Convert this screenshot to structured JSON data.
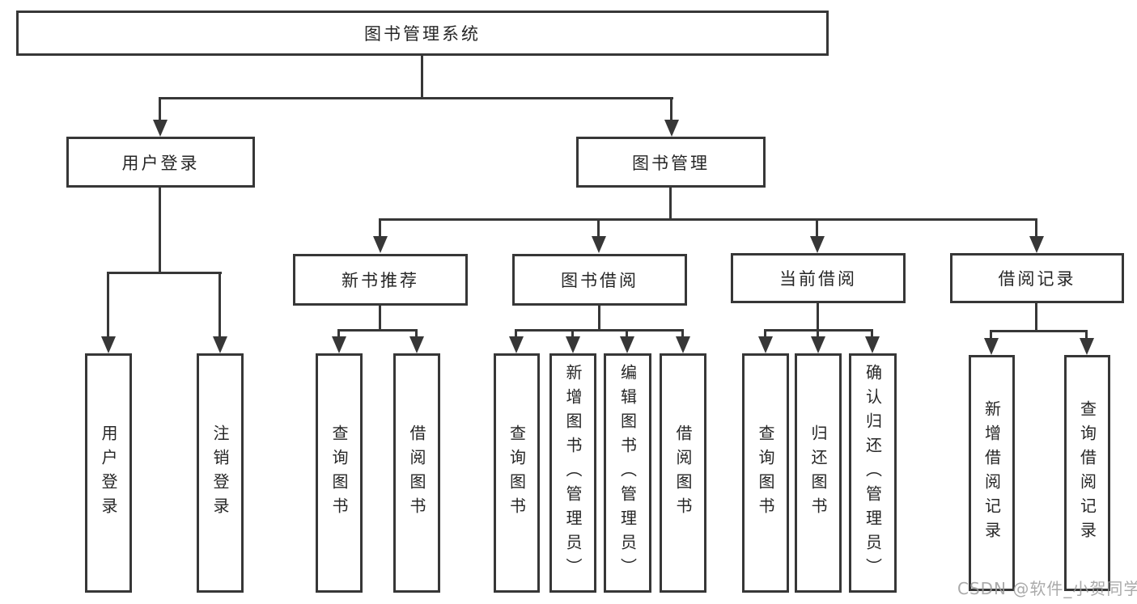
{
  "watermark": {
    "text": "CSDN @软件_小贺同学"
  },
  "colors": {
    "line": "#373737",
    "text": "#262626",
    "watermark": "#9b9b9b",
    "background": "#ffffff"
  },
  "tree": {
    "label": "图书管理系统",
    "children": [
      {
        "label": "用户登录",
        "children": [
          {
            "label": "用户登录"
          },
          {
            "label": "注销登录"
          }
        ]
      },
      {
        "label": "图书管理",
        "children": [
          {
            "label": "新书推荐",
            "children": [
              {
                "label": "查询图书"
              },
              {
                "label": "借阅图书"
              }
            ]
          },
          {
            "label": "图书借阅",
            "children": [
              {
                "label": "查询图书"
              },
              {
                "label": "新增图书（管理员）"
              },
              {
                "label": "编辑图书（管理员）"
              },
              {
                "label": "借阅图书"
              }
            ]
          },
          {
            "label": "当前借阅",
            "children": [
              {
                "label": "查询图书"
              },
              {
                "label": "归还图书"
              },
              {
                "label": "确认归还（管理员）"
              }
            ]
          },
          {
            "label": "借阅记录",
            "children": [
              {
                "label": "新增借阅记录"
              },
              {
                "label": "查询借阅记录"
              }
            ]
          }
        ]
      }
    ]
  }
}
